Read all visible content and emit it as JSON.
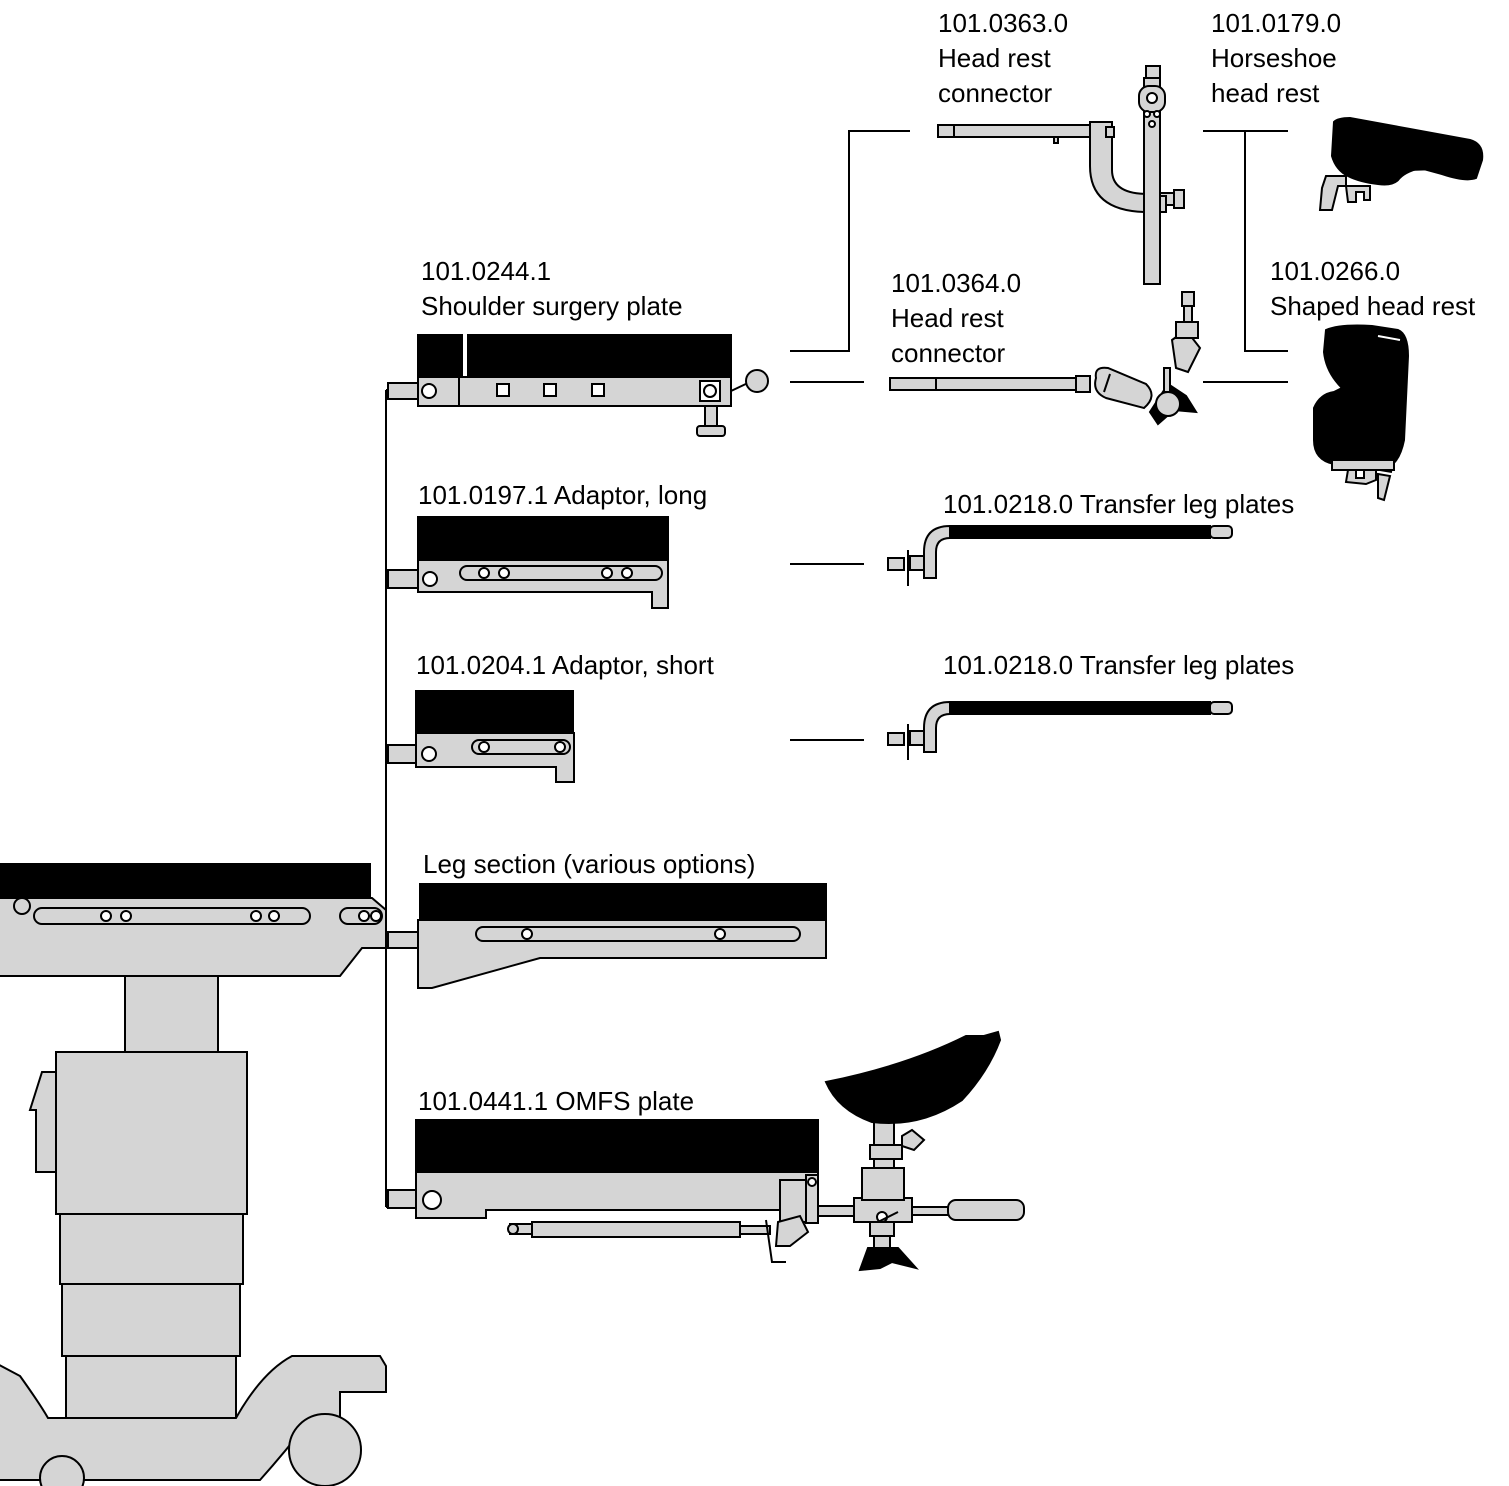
{
  "labels": {
    "head_rest_connector_1": {
      "code": "101.0363.0",
      "name_line1": "Head rest",
      "name_line2": "connector"
    },
    "horseshoe_head_rest": {
      "code": "101.0179.0",
      "name_line1": "Horseshoe",
      "name_line2": "head rest"
    },
    "shoulder_surgery_plate": {
      "code": "101.0244.1",
      "name": "Shoulder surgery plate"
    },
    "head_rest_connector_2": {
      "code": "101.0364.0",
      "name_line1": "Head rest",
      "name_line2": "connector"
    },
    "shaped_head_rest": {
      "code": "101.0266.0",
      "name": "Shaped head rest"
    },
    "adaptor_long": {
      "text": "101.0197.1 Adaptor, long"
    },
    "transfer_leg_plates_1": {
      "text": "101.0218.0 Transfer leg plates"
    },
    "adaptor_short": {
      "text": "101.0204.1 Adaptor, short"
    },
    "transfer_leg_plates_2": {
      "text": "101.0218.0 Transfer leg plates"
    },
    "leg_section": {
      "text": "Leg section (various options)"
    },
    "omfs_plate": {
      "text": "101.0441.1 OMFS plate"
    }
  },
  "colors": {
    "part_fill": "#d5d5d5",
    "pad": "#000000",
    "outline": "#000000",
    "background": "#ffffff"
  }
}
